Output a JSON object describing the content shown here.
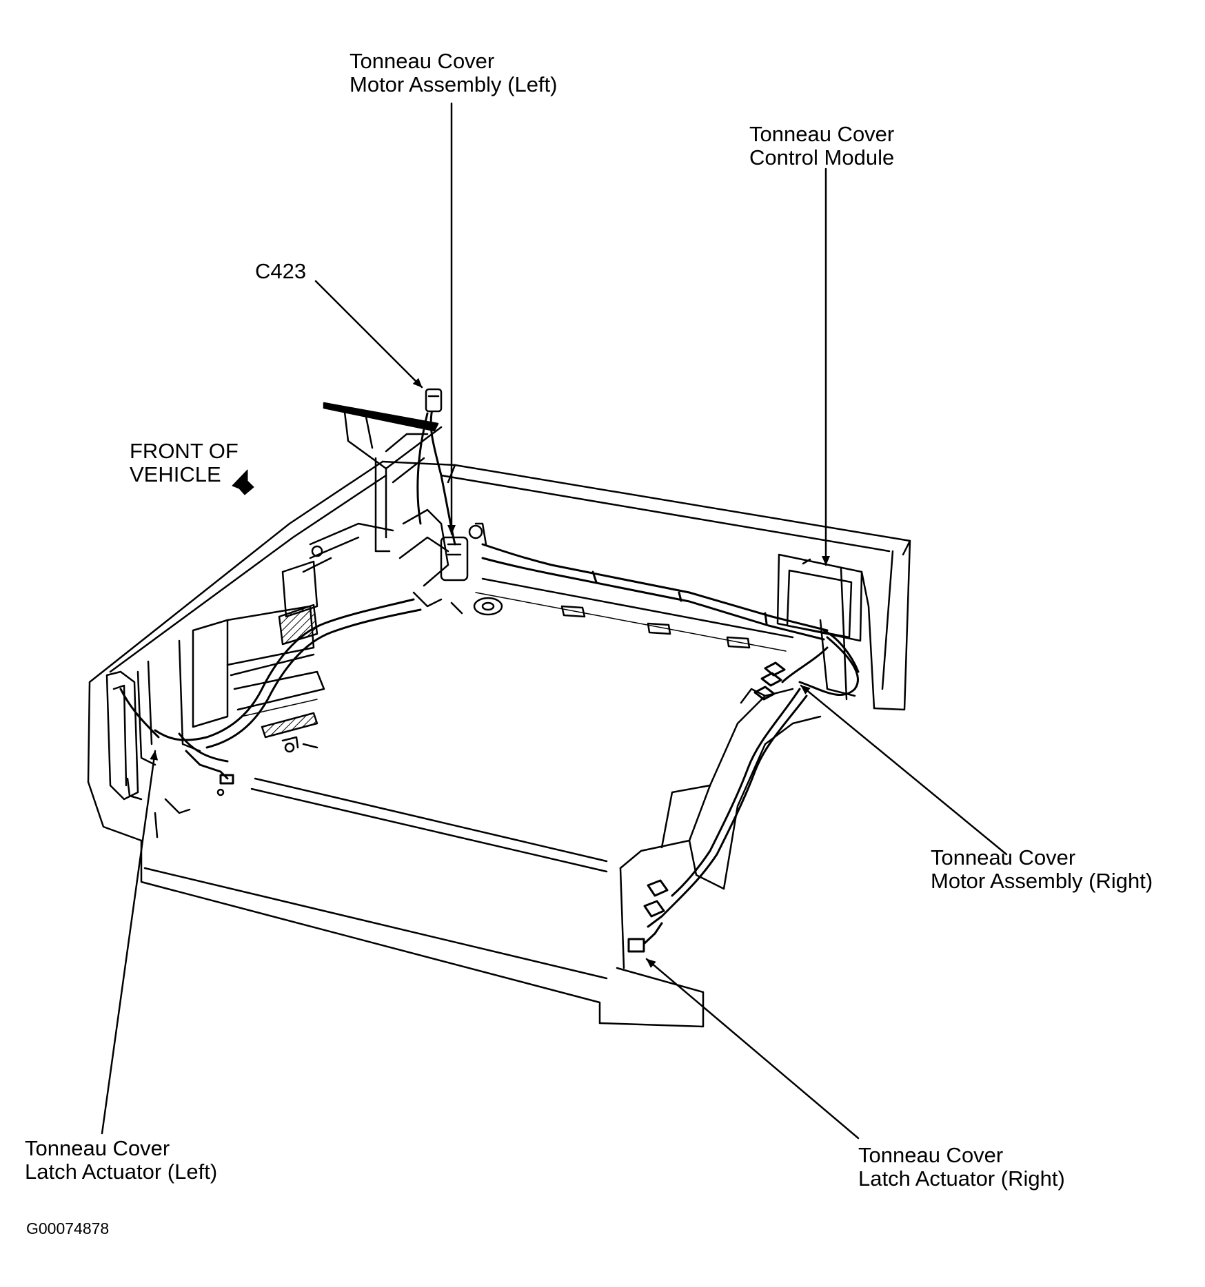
{
  "labels": {
    "motor_left": [
      "Tonneau Cover",
      "Motor Assembly (Left)"
    ],
    "control_module": [
      "Tonneau Cover",
      "Control Module"
    ],
    "connector": "C423",
    "front_of_vehicle": [
      "FRONT OF",
      "VEHICLE"
    ],
    "motor_right": [
      "Tonneau Cover",
      "Motor Assembly (Right)"
    ],
    "latch_left": [
      "Tonneau Cover",
      "Latch Actuator (Left)"
    ],
    "latch_right": [
      "Tonneau Cover",
      "Latch Actuator (Right)"
    ]
  },
  "figure_id": "G00074878",
  "colors": {
    "ink": "#000000",
    "paper": "#ffffff"
  }
}
